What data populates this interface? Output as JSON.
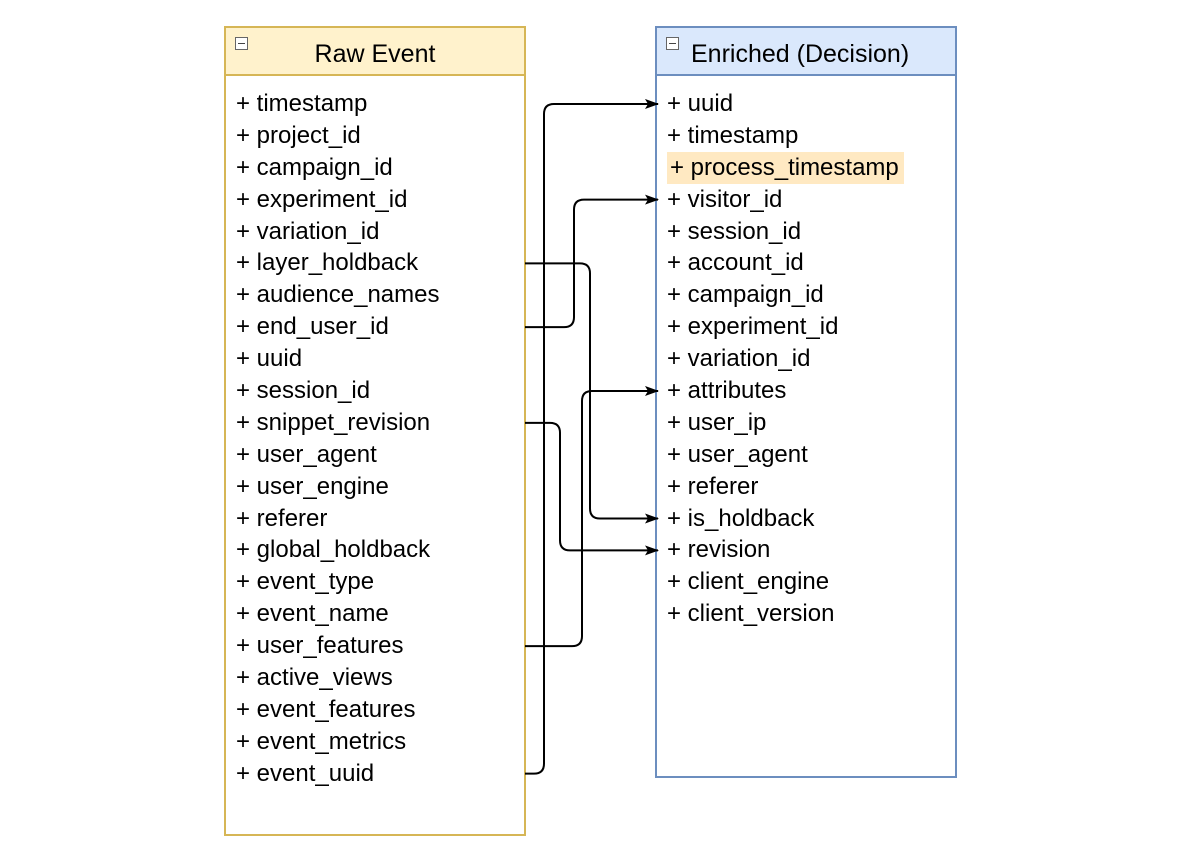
{
  "raw_entity": {
    "title": "Raw Event",
    "fields": [
      {
        "label": "+ timestamp",
        "highlight": false
      },
      {
        "label": "+ project_id",
        "highlight": false
      },
      {
        "label": "+ campaign_id",
        "highlight": false
      },
      {
        "label": "+ experiment_id",
        "highlight": false
      },
      {
        "label": "+ variation_id",
        "highlight": false
      },
      {
        "label": "+ layer_holdback",
        "highlight": false
      },
      {
        "label": "+ audience_names",
        "highlight": false
      },
      {
        "label": "+ end_user_id",
        "highlight": false
      },
      {
        "label": "+ uuid",
        "highlight": false
      },
      {
        "label": "+ session_id",
        "highlight": false
      },
      {
        "label": "+ snippet_revision",
        "highlight": false
      },
      {
        "label": "+ user_agent",
        "highlight": false
      },
      {
        "label": "+ user_engine",
        "highlight": false
      },
      {
        "label": "+ referer",
        "highlight": false
      },
      {
        "label": "+ global_holdback",
        "highlight": false
      },
      {
        "label": "+ event_type",
        "highlight": false
      },
      {
        "label": "+ event_name",
        "highlight": false
      },
      {
        "label": "+ user_features",
        "highlight": false
      },
      {
        "label": "+ active_views",
        "highlight": false
      },
      {
        "label": "+ event_features",
        "highlight": false
      },
      {
        "label": "+ event_metrics",
        "highlight": false
      },
      {
        "label": "+ event_uuid",
        "highlight": false
      }
    ]
  },
  "enriched_entity": {
    "title": "Enriched (Decision)",
    "fields": [
      {
        "label": "+ uuid",
        "highlight": false
      },
      {
        "label": "+ timestamp",
        "highlight": false
      },
      {
        "label": "+ process_timestamp",
        "highlight": true
      },
      {
        "label": "+ visitor_id",
        "highlight": false
      },
      {
        "label": "+ session_id",
        "highlight": false
      },
      {
        "label": "+ account_id",
        "highlight": false
      },
      {
        "label": "+ campaign_id",
        "highlight": false
      },
      {
        "label": "+ experiment_id",
        "highlight": false
      },
      {
        "label": "+ variation_id",
        "highlight": false
      },
      {
        "label": "+ attributes",
        "highlight": false
      },
      {
        "label": "+ user_ip",
        "highlight": false
      },
      {
        "label": "+ user_agent",
        "highlight": false
      },
      {
        "label": "+ referer",
        "highlight": false
      },
      {
        "label": "+ is_holdback",
        "highlight": false
      },
      {
        "label": "+ revision",
        "highlight": false
      },
      {
        "label": "+ client_engine",
        "highlight": false
      },
      {
        "label": "+ client_version",
        "highlight": false
      }
    ]
  },
  "mappings": [
    {
      "from": "+ event_uuid",
      "to": "+ uuid"
    },
    {
      "from": "+ end_user_id",
      "to": "+ visitor_id"
    },
    {
      "from": "+ user_features",
      "to": "+ attributes"
    },
    {
      "from": "+ layer_holdback",
      "to": "+ is_holdback"
    },
    {
      "from": "+ snippet_revision",
      "to": "+ revision"
    }
  ],
  "colors": {
    "raw_border": "#d6b656",
    "raw_header_fill": "#fff2cc",
    "enriched_border": "#6c8ebf",
    "enriched_header_fill": "#dae8fc",
    "highlight_fill": "#ffe9c2",
    "connector": "#000000"
  },
  "icons": {
    "collapse": "collapse-minus-icon"
  }
}
